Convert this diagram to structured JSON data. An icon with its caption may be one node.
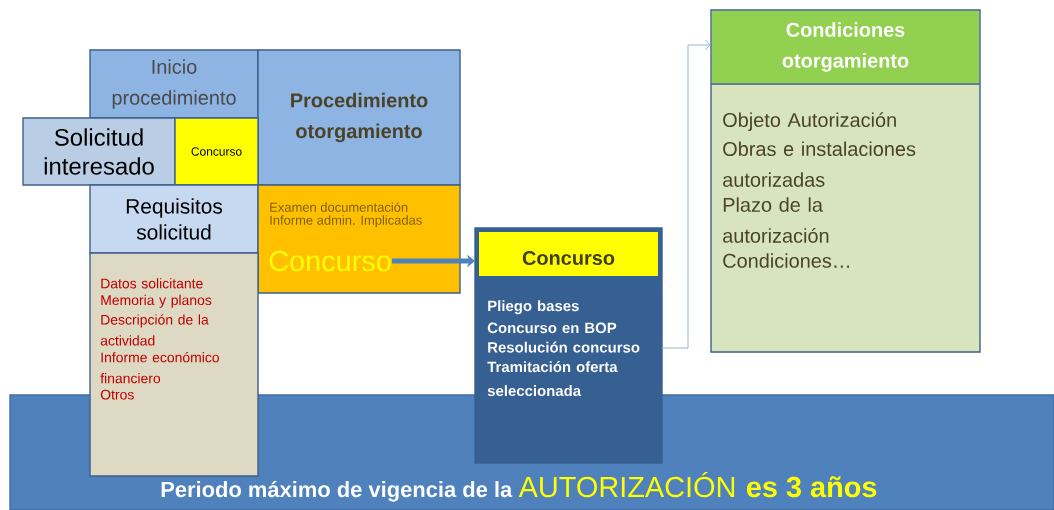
{
  "diagram": {
    "nodes": [
      {
        "text": [
          "Inicio procedimiento"
        ]
      },
      {
        "text": [
          "Procedimiento otorgamiento"
        ]
      },
      {
        "text": [
          "Solicitud interesado"
        ]
      },
      {
        "text": [
          "Concurso"
        ]
      },
      {
        "text": [
          "Requisitos solicitud"
        ]
      },
      {
        "text": [
          "Examen documentación",
          "Informe admin. Implicadas",
          "Concurso"
        ]
      },
      {
        "text": [
          "Datos solicitante",
          "Memoria y planos",
          "Descripción de la actividad",
          "Informe económico financiero",
          "Otros"
        ]
      },
      {
        "text": [
          "Concurso",
          "Pliego bases",
          "Concurso en BOP",
          "Resolución concurso",
          "Tramitación oferta seleccionada"
        ]
      },
      {
        "text": [
          "Condiciones otorgamiento",
          "Objeto Autorización",
          "Obras e instalaciones autorizadas",
          "Plazo de la autorización",
          "Condiciones…"
        ]
      },
      {
        "text": [
          "Periodo máximo de vigencia de la",
          "AUTORIZACIÓN",
          "es 3 años"
        ]
      }
    ],
    "edges": [
      {
        "from": 5,
        "to": 7,
        "arrow": "to",
        "style": "thick",
        "color": "#4f81bd"
      },
      {
        "from": 7,
        "to": 8,
        "arrow": "to"
      }
    ]
  }
}
